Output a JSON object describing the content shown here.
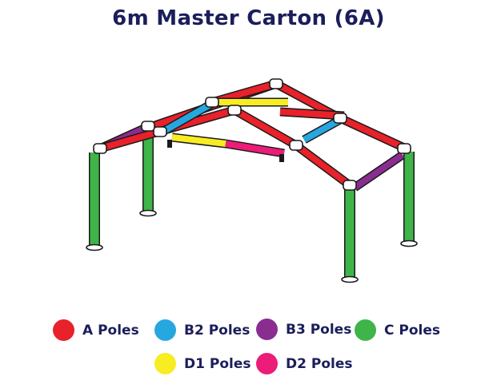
{
  "title": "6m Master Carton (6A)",
  "colors": {
    "ink": "#1b1e5a",
    "outline": "#1a1a1a",
    "a": "#e8212a",
    "b2": "#27a7df",
    "b3": "#8a2d91",
    "c": "#3fb449",
    "d1": "#f8ec23",
    "d2": "#ec1c79"
  },
  "legend": [
    {
      "label": "A Poles",
      "color": "#e8212a"
    },
    {
      "label": "B2 Poles",
      "color": "#27a7df"
    },
    {
      "label": "B3 Poles",
      "color": "#8a2d91"
    },
    {
      "label": "C Poles",
      "color": "#3fb449"
    },
    {
      "label": "D1 Poles",
      "color": "#f8ec23"
    },
    {
      "label": "D2 Poles",
      "color": "#ec1c79"
    }
  ]
}
